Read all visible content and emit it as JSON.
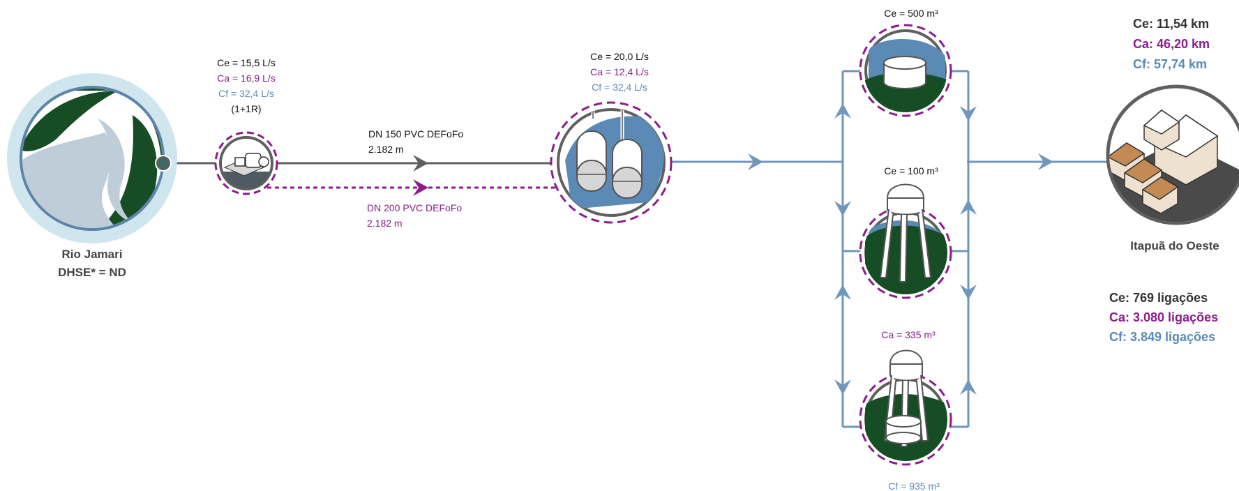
{
  "colors": {
    "existing": "#222222",
    "expansion": "#8a1c8c",
    "future": "#5a8ab5",
    "pipe_gray": "#5f5f5f",
    "flow_blue": "#6f96bd",
    "dark_green": "#164d25",
    "water_light": "#bfcdd8",
    "ring_light": "#cfe6ef",
    "ring_blue": "#5d83a8"
  },
  "source": {
    "name": "Rio Jamari",
    "dhse": "DHSE* = ND",
    "icon": "river-icon"
  },
  "pump_station": {
    "icon": "pump-icon",
    "ce": "Ce = 15,5 L/s",
    "ca": "Ca = 16,9 L/s",
    "cf": "Cf = 32,4 L/s",
    "config": "(1+1R)"
  },
  "pipeline_existing": {
    "label": "DN 150 PVC DEFoFo",
    "length": "2.182 m"
  },
  "pipeline_expansion": {
    "label": "DN 200 PVC DEFoFo",
    "length": "2.182 m"
  },
  "treatment": {
    "icon": "filter-tanks-icon",
    "ce": "Ce = 20,0 L/s",
    "ca": "Ca = 12,4 L/s",
    "cf": "Cf = 32,4 L/s"
  },
  "reservoirs": {
    "top": {
      "label": "Ce = 500 m³",
      "icon": "ground-tank-icon"
    },
    "middle": {
      "label": "Ce = 100 m³",
      "icon": "water-tower-icon"
    },
    "bottom": {
      "label_top": "Ca = 335 m³",
      "label_bottom": "Cf = 935 m³",
      "icon": "tower-and-tank-icon"
    }
  },
  "network": {
    "ce": "Ce: 11,54 km",
    "ca": "Ca: 46,20 km",
    "cf": "Cf: 57,74 km"
  },
  "city": {
    "name": "Itapuã do Oeste",
    "icon": "houses-icon"
  },
  "connections": {
    "ce": "Ce: 769 ligações",
    "ca": "Ca: 3.080 ligações",
    "cf": "Cf: 3.849 ligações"
  }
}
